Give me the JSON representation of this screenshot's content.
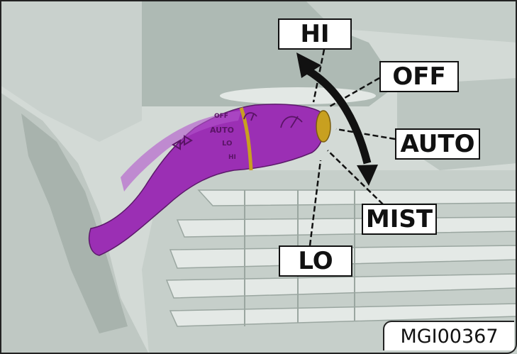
{
  "labels": {
    "hi": "HI",
    "off": "OFF",
    "auto": "AUTO",
    "mist": "MIST",
    "lo": "LO"
  },
  "stalk_markings": {
    "off": "OFF",
    "auto": "AUTO",
    "lo": "LO",
    "hi": "HI"
  },
  "figure_code": "MGI00367",
  "colors": {
    "stalk": "#9b2fb4",
    "stalk_ring": "#c8a020",
    "background": "#d6dcd8",
    "arrow": "#111111"
  },
  "icons": [
    "washer-arrows-icon",
    "wiper-icon"
  ]
}
